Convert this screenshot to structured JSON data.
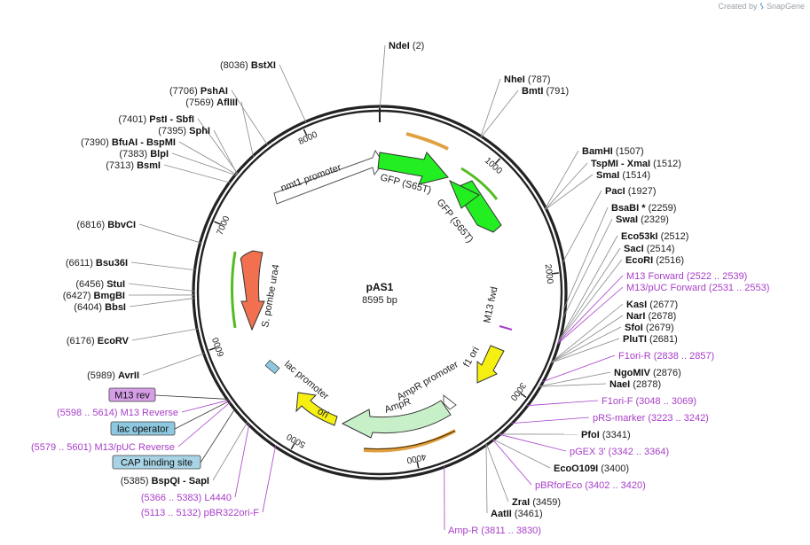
{
  "watermark": {
    "created_by": "Created by",
    "brand": "SnapGene"
  },
  "plasmid": {
    "name": "pAS1",
    "length_label": "8595 bp",
    "length": 8595
  },
  "ticks": [
    "1000",
    "2000",
    "3000",
    "4000",
    "5000",
    "6000",
    "7000",
    "8000"
  ],
  "colors": {
    "backbone": "#222222",
    "site_line": "#888888",
    "primer": "#a83ec8",
    "gfp": "#22ee22",
    "promoter": "#ffffff",
    "ura4": "#f07050",
    "ori": "#f5f012",
    "ampr": "#c8f0c8",
    "m13_rev_box": "#d59ee6",
    "lac_box": "#8ec8e0",
    "cap_box": "#a8d4e6"
  },
  "features": [
    {
      "id": "nmt1-promoter",
      "label": "nmt1 promoter"
    },
    {
      "id": "gfp-1",
      "label": "GFP (S65T)"
    },
    {
      "id": "gfp-2",
      "label": "GFP (S65T)"
    },
    {
      "id": "ura4",
      "label": "S. pombe ura4"
    },
    {
      "id": "m13-fwd",
      "label": "M13 fwd"
    },
    {
      "id": "f1-ori",
      "label": "f1 ori"
    },
    {
      "id": "ampr-promoter",
      "label": "AmpR promoter"
    },
    {
      "id": "ampr",
      "label": "AmpR"
    },
    {
      "id": "ori",
      "label": "ori"
    },
    {
      "id": "lac-promoter",
      "label": "lac promoter"
    }
  ],
  "sites": [
    {
      "name": "NdeI",
      "pos": "(2)"
    },
    {
      "name": "NheI",
      "pos": "(787)"
    },
    {
      "name": "BmtI",
      "pos": "(791)"
    },
    {
      "name": "BamHI",
      "pos": "(1507)"
    },
    {
      "name": "TspMI",
      "sep": "-",
      "name2": "XmaI",
      "pos": "(1512)"
    },
    {
      "name": "SmaI",
      "pos": "(1514)"
    },
    {
      "name": "PacI",
      "pos": "(1927)"
    },
    {
      "name": "BsaBI *",
      "pos": "(2259)"
    },
    {
      "name": "SwaI",
      "pos": "(2329)"
    },
    {
      "name": "Eco53kI",
      "pos": "(2512)"
    },
    {
      "name": "SacI",
      "pos": "(2514)"
    },
    {
      "name": "EcoRI",
      "pos": "(2516)"
    },
    {
      "name": "KasI",
      "pos": "(2677)"
    },
    {
      "name": "NarI",
      "pos": "(2678)"
    },
    {
      "name": "SfoI",
      "pos": "(2679)"
    },
    {
      "name": "PluTI",
      "pos": "(2681)"
    },
    {
      "name": "NgoMIV",
      "pos": "(2876)"
    },
    {
      "name": "NaeI",
      "pos": "(2878)"
    },
    {
      "name": "PfoI",
      "pos": "(3341)"
    },
    {
      "name": "EcoO109I",
      "pos": "(3400)"
    },
    {
      "name": "ZraI",
      "pos": "(3459)"
    },
    {
      "name": "AatII",
      "pos": "(3461)"
    },
    {
      "name": "BstXI",
      "pos": "(8036)"
    },
    {
      "name": "PshAI",
      "pos": "(7706)"
    },
    {
      "name": "AflIII",
      "pos": "(7569)"
    },
    {
      "name": "PstI",
      "sep": "-",
      "name2": "SbfI",
      "pos": "(7401)"
    },
    {
      "name": "SphI",
      "pos": "(7395)"
    },
    {
      "name": "BfuAI",
      "sep": "-",
      "name2": "BspMI",
      "pos": "(7390)"
    },
    {
      "name": "BlpI",
      "pos": "(7383)"
    },
    {
      "name": "BsmI",
      "pos": "(7313)"
    },
    {
      "name": "BbvCI",
      "pos": "(6816)"
    },
    {
      "name": "Bsu36I",
      "pos": "(6611)"
    },
    {
      "name": "StuI",
      "pos": "(6456)"
    },
    {
      "name": "BmgBI",
      "pos": "(6427)"
    },
    {
      "name": "BbsI",
      "pos": "(6404)"
    },
    {
      "name": "EcoRV",
      "pos": "(6176)"
    },
    {
      "name": "AvrII",
      "pos": "(5989)"
    },
    {
      "name": "BspQI",
      "sep": "-",
      "name2": "SapI",
      "pos": "(5385)"
    }
  ],
  "primers": [
    {
      "name": "M13 Forward",
      "pos": "(2522 .. 2539)"
    },
    {
      "name": "M13/pUC Forward",
      "pos": "(2531 .. 2553)"
    },
    {
      "name": "F1ori-R",
      "pos": "(2838 .. 2857)"
    },
    {
      "name": "F1ori-F",
      "pos": "(3048 .. 3069)"
    },
    {
      "name": "pRS-marker",
      "pos": "(3223 .. 3242)"
    },
    {
      "name": "pGEX 3'",
      "pos": "(3342 .. 3364)"
    },
    {
      "name": "pBRforEco",
      "pos": "(3402 .. 3420)"
    },
    {
      "name": "Amp-R",
      "pos": "(3811 .. 3830)"
    },
    {
      "name": "M13 Reverse",
      "pos": "(5598 .. 5614)"
    },
    {
      "name": "M13/pUC Reverse",
      "pos": "(5579 .. 5601)"
    },
    {
      "name": "L4440",
      "pos": "(5366 .. 5383)"
    },
    {
      "name": "pBR322ori-F",
      "pos": "(5113 .. 5132)"
    }
  ],
  "boxes": [
    {
      "label": "M13 rev"
    },
    {
      "label": "lac operator"
    },
    {
      "label": "CAP binding site"
    }
  ]
}
